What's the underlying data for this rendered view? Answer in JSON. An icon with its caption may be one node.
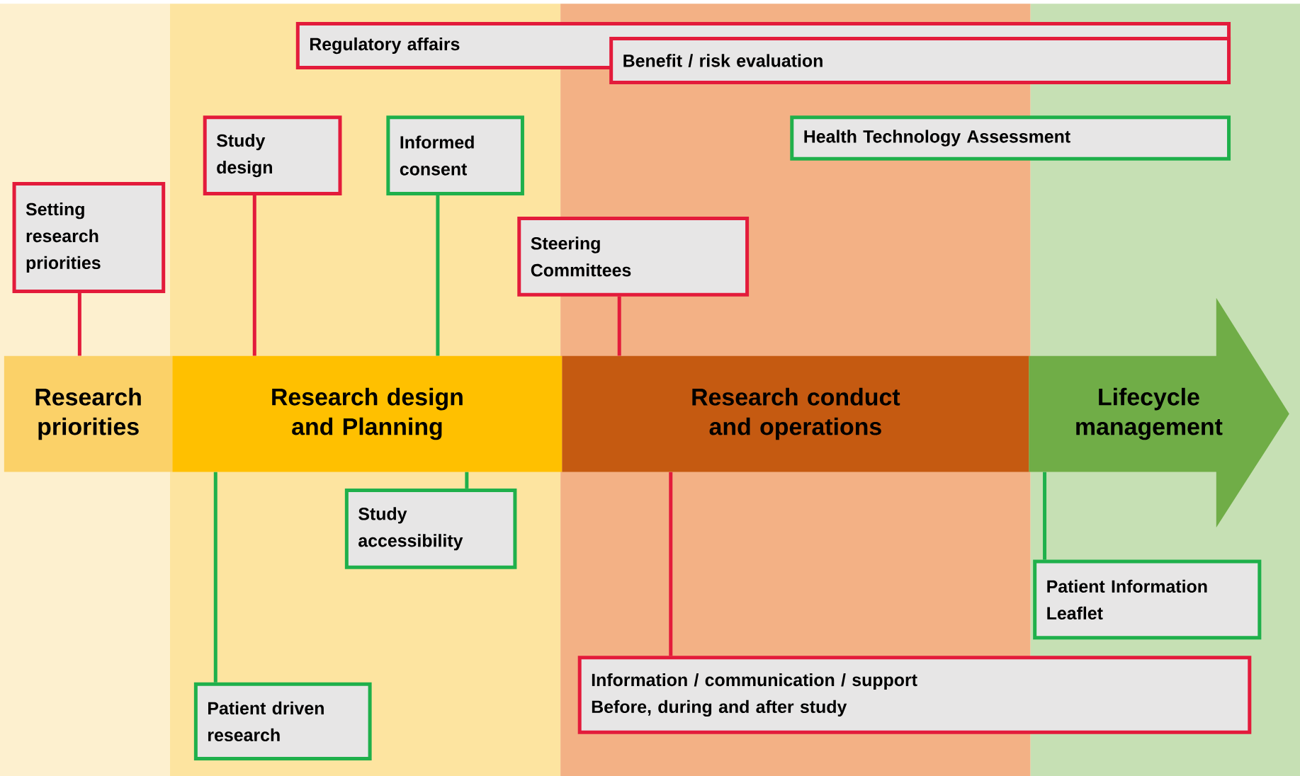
{
  "diagram": {
    "nodes": [
      {
        "text": [
          "Research priorities"
        ]
      },
      {
        "text": [
          "Research design and Planning"
        ]
      },
      {
        "text": [
          "Research conduct and operations"
        ]
      },
      {
        "text": [
          "Lifecycle management"
        ]
      },
      {
        "text": [
          "Regulatory affairs"
        ]
      },
      {
        "text": [
          "Benefit / risk evaluation"
        ]
      },
      {
        "text": [
          "Health Technology Assessment"
        ]
      },
      {
        "text": [
          "Setting research priorities"
        ]
      },
      {
        "text": [
          "Study design"
        ]
      },
      {
        "text": [
          "Informed consent"
        ]
      },
      {
        "text": [
          "Steering Committees"
        ]
      },
      {
        "text": [
          "Study accessibility"
        ]
      },
      {
        "text": [
          "Patient driven research"
        ]
      },
      {
        "text": [
          "Patient Information Leaflet"
        ]
      },
      {
        "text": [
          "Information / communication / support",
          "Before, during and after study"
        ]
      }
    ],
    "edges": [
      {
        "from": 7,
        "to": 0,
        "arrow": "none",
        "color": "#e31b3b"
      },
      {
        "from": 8,
        "to": 1,
        "arrow": "none",
        "color": "#e31b3b"
      },
      {
        "from": 9,
        "to": 1,
        "arrow": "none",
        "color": "#1fb04b"
      },
      {
        "from": 10,
        "to": 2,
        "arrow": "none",
        "color": "#e31b3b"
      },
      {
        "from": 1,
        "to": 11,
        "arrow": "none",
        "color": "#1fb04b"
      },
      {
        "from": 1,
        "to": 12,
        "arrow": "none",
        "color": "#1fb04b"
      },
      {
        "from": 2,
        "to": 14,
        "arrow": "none",
        "color": "#e31b3b"
      },
      {
        "from": 3,
        "to": 13,
        "arrow": "none",
        "color": "#1fb04b"
      }
    ]
  }
}
